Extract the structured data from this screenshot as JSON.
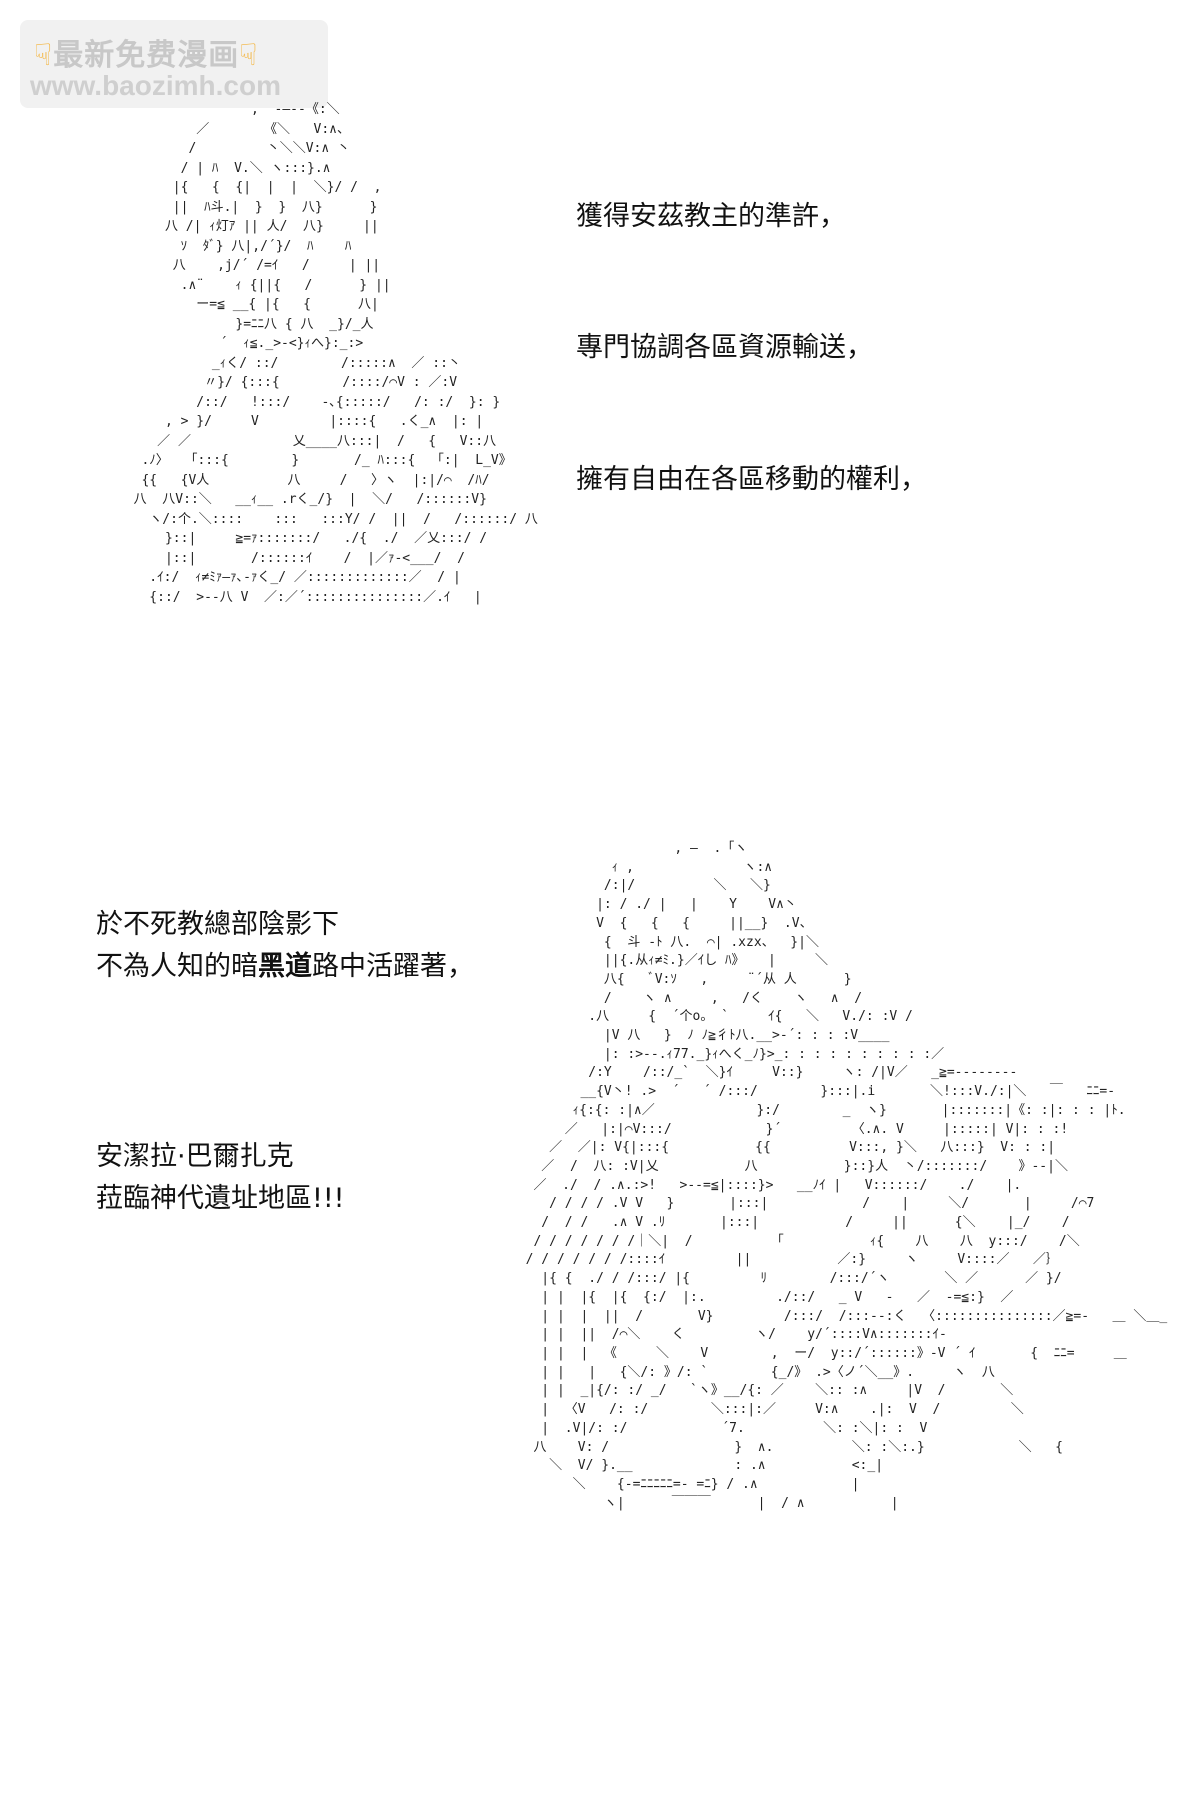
{
  "watermark": {
    "hand_icon": "pointing-down-hand",
    "title": "最新免费漫画",
    "url": "www.baozimh.com"
  },
  "captions": {
    "c1": "獲得安茲教主的準許，",
    "c2": "專門協調各區資源輸送，",
    "c3": "擁有自由在各區移動的權利，",
    "c4_line1": "於不死教總部陰影下",
    "c4_line2_a": "不為人知的暗",
    "c4_line2_bold": "黑道",
    "c4_line2_b": "路中活躍著，",
    "c5_line1": "安潔拉·巴爾扎克",
    "c5_line2": "菈臨神代遺址地區!!!"
  },
  "art": {
    "figure_top": "                 ,  -―‐-《:＼\n          ／       《＼   V:∧、\n         /         丶＼＼V:∧ 丶\n        / | ﾊ  V.＼ ヽ:::}.∧\n       |{   {  {|  |  |  ＼}/ /  ,\n       ||  ﾊ斗.|  }  }  八}      }\n      八 /| ｨ灯ｱ || 人/  八}     ||\n        ｿ  ﾀﾞ} 八|,/´}/  ﾊ    ﾊ\n       八    ,j/´ /=ｲ   /     | ||\n        .∧¨    ｨ {||{   /      } ||\n          ー=≦ __{ |{   {      八|\n               }=ﾆﾆ八 { 八  _}/_人\n             ´  ｨ≦._>-<}ｨへ}:_:>\n            _ｨく/ ::/        /:::::∧  ／ ::丶\n           〃}/ {:::{        /::::/⌒V : ／:V\n          /::/   !:::/    ‐､{:::::/   /: :/  }: }\n      , > }/     V         |::::{   .く_∧  |: |\n     ／ ／             乂____八:::|  /   {   V::八\n   .ﾉ〉  「:::{        }       /_ ﾊ:::{  「:|  L_V》\n   {{   {V人          八     /   〉ヽ  |:|/⌒  /ﾊ/\n  八  八V::＼   __ｨ__ .rく_/}  |  ＼/   /::::::V}\n    ヽ/:个.＼::::    :::   :::Y/ /  ||  /   /::::::/ 八\n      }::|     ≧=ｧ:::::::/   ./{  ./  ／乂:::/ /\n      |::|       /::::::ｲ    /  |／ｧ-<___/  /\n    .ｲ:/  ｨ≠ﾐｧ―ｧ､-ｧく_/ ／:::::::::::::／  / |\n    {::/  >--八 V  ／:／´:::::::::::::::／.ｲ   |",
    "figure_bottom": "                     , ―  .「ヽ\n             ｨ ,              ヽ:∧\n            /:|/          ＼   ＼}\n           |: / ./ |   |    Y    V∧丶\n           V  {   {   {     ||__}  .V、\n            {  斗 ‐ﾄ 八.  ⌒| .xzx、  }|＼\n            ||{.从ｨ≠ﾐ.}／ｲし ﾊ》   |     ＼\n            八{   ﾞV:ｿ   ,     ¨´从 人      }\n            /    ヽ ∧     ,   /く    ヽ   ∧  /\n          .八     {  ´个o。 `     ｲ{   ＼   V./: :V /\n            |V 八   }  ﾉ ﾉ≧彳ﾄ八.__>‐´: : : :V____\n            |: :>-‐.ｨ77._}ｨへく_ﾉ}>_: : : : : : : : : :／\n          /:Y    /::/_`  ＼}ｲ     V::}     ヽ: /|V／   _≧=--------\n         __{V丶! .>  ´   ´ /:::/        }:::|.i       ＼!:::V./:|＼   ￣   ﾆﾆ=-\n        ｨ{:{: :|∧／             }:/        _  ヽ}       |:::::::|《: :|: : : |ﾄ.\n       ／   |:|⌒V:::/            }´         〈.∧. V     |:::::| V|: : :!\n     ／  ／|: V{|:::{           {{          V:::, }＼   八:::}  V: : :|\n    ／  /  八: :V|乂           八           }::}人  丶/:::::::/    》--|＼\n   ／  ./  / .∧.:>!   >‐-=≦|::::}>   __ﾉｲ |   V::::::/    ./    |.\n     / / / / .V V   }       |:::|            /    |     ＼/       |     /⌒7\n    /  / /   .∧ V .ﾘ       |:::|           /     ||      {＼    |_/    /\n   / / / / / / /｜＼|  /          「           ｨ{    八    八  у:::/    /＼\n  / / / / / / /::::ｲ         ||           ／:}     ヽ     V::::／   ／｝\n    |{ {  ./ / /:::/ |{         ﾘ        /:::/´ヽ       ＼ ／      ／ }/\n    | |  |{  |{  {:/  |:.         ./::/   _ V   -   ／  -=≦:}  ／\n    | |  |  ||  /       V}         /:::/  /:::--:く  〈:::::::::::::::／≧=-   ＿ ＼＿_\n    | |  ||  /⌒＼    く         ヽ/    y/´::::V∧:::::::ｲ-\n    | |  |  《     ＼    V        ,  ー/  y::/´::::::》-V ´ ｲ       {  ﾆﾆ=     ＿\n    | |   |   {＼/: 》/: `        {_/》 .>〈ノ´＼__》.     ヽ  八\n    | |  _|{/: :/ _/   `ヽ》__/{: ／    ＼:: :∧     |V  /       ＼\n    |  〈V   /: :/        ＼:::|:／     V:∧    .|:  V  /         ＼\n    |  .V|/: :/            ´7.          ＼: :＼|: :  V\n   八    V: /                }  ∧.          ＼: :＼:.}            ＼   {\n     ＼  V/ }.__             : .∧           <:_|\n        ＼    {-=ﾆﾆﾆﾆﾆ=- =ﾆ} / .∧            |\n            ヽ|      ￣￣￣      |  / ∧           |"
  }
}
